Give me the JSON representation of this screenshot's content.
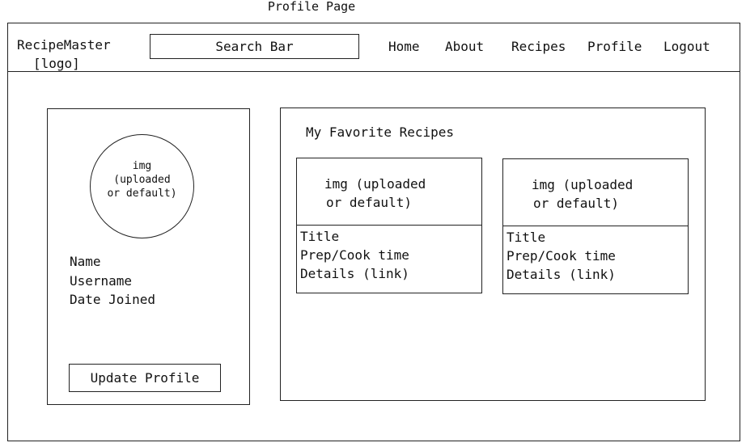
{
  "page_title": "Profile Page",
  "header": {
    "logo_line1": "RecipeMaster",
    "logo_line2": "[logo]",
    "search_label": "Search Bar",
    "nav": [
      "Home",
      "About",
      "Recipes",
      "Profile",
      "Logout"
    ]
  },
  "profile": {
    "avatar_lines": [
      "img",
      "(uploaded",
      "or default)"
    ],
    "fields": [
      "Name",
      "Username",
      "Date Joined"
    ],
    "update_button": "Update Profile"
  },
  "favorites": {
    "title": "My Favorite Recipes",
    "cards": [
      {
        "img_lines": [
          "img (uploaded",
          "or default)"
        ],
        "title": "Title",
        "time": "Prep/Cook time",
        "details": "Details (link)"
      },
      {
        "img_lines": [
          "img (uploaded",
          "or default)"
        ],
        "title": "Title",
        "time": "Prep/Cook time",
        "details": "Details (link)"
      }
    ]
  }
}
